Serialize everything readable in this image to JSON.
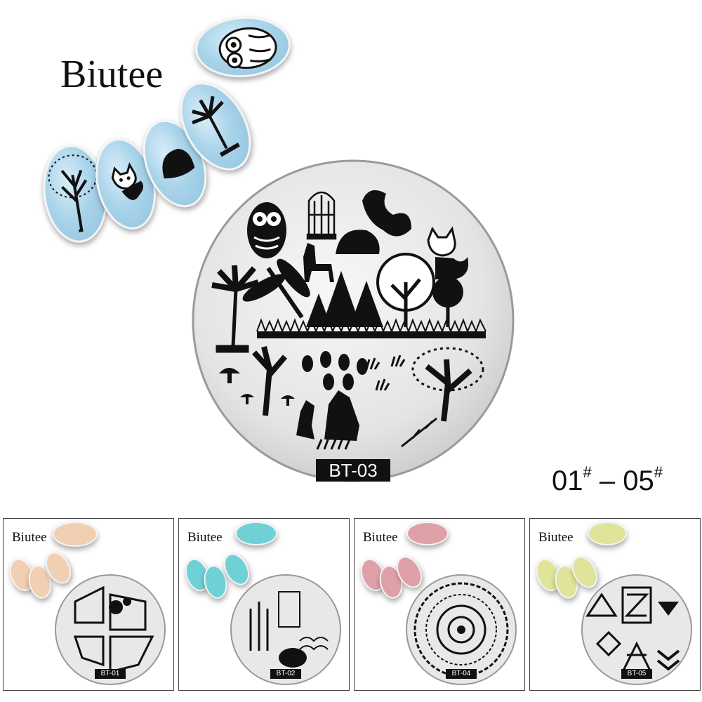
{
  "brand": "Biutee",
  "range": {
    "start": "01",
    "mark1": "#",
    "dash": " – ",
    "end": "05",
    "mark2": "#"
  },
  "main_plate": {
    "label": "BT-03"
  },
  "panels": [
    {
      "brand": "Biutee",
      "label": "BT-01",
      "nail_color": "#f1cfb3"
    },
    {
      "brand": "Biutee",
      "label": "BT-02",
      "nail_color": "#6fd0d6"
    },
    {
      "brand": "Biutee",
      "label": "BT-04",
      "nail_color": "#e0a0a8"
    },
    {
      "brand": "Biutee",
      "label": "BT-05",
      "nail_color": "#dfe49a"
    }
  ],
  "colors": {
    "nail_blue": "#a9d4ea",
    "ink": "#111111",
    "plate": "#e8e8e8"
  }
}
